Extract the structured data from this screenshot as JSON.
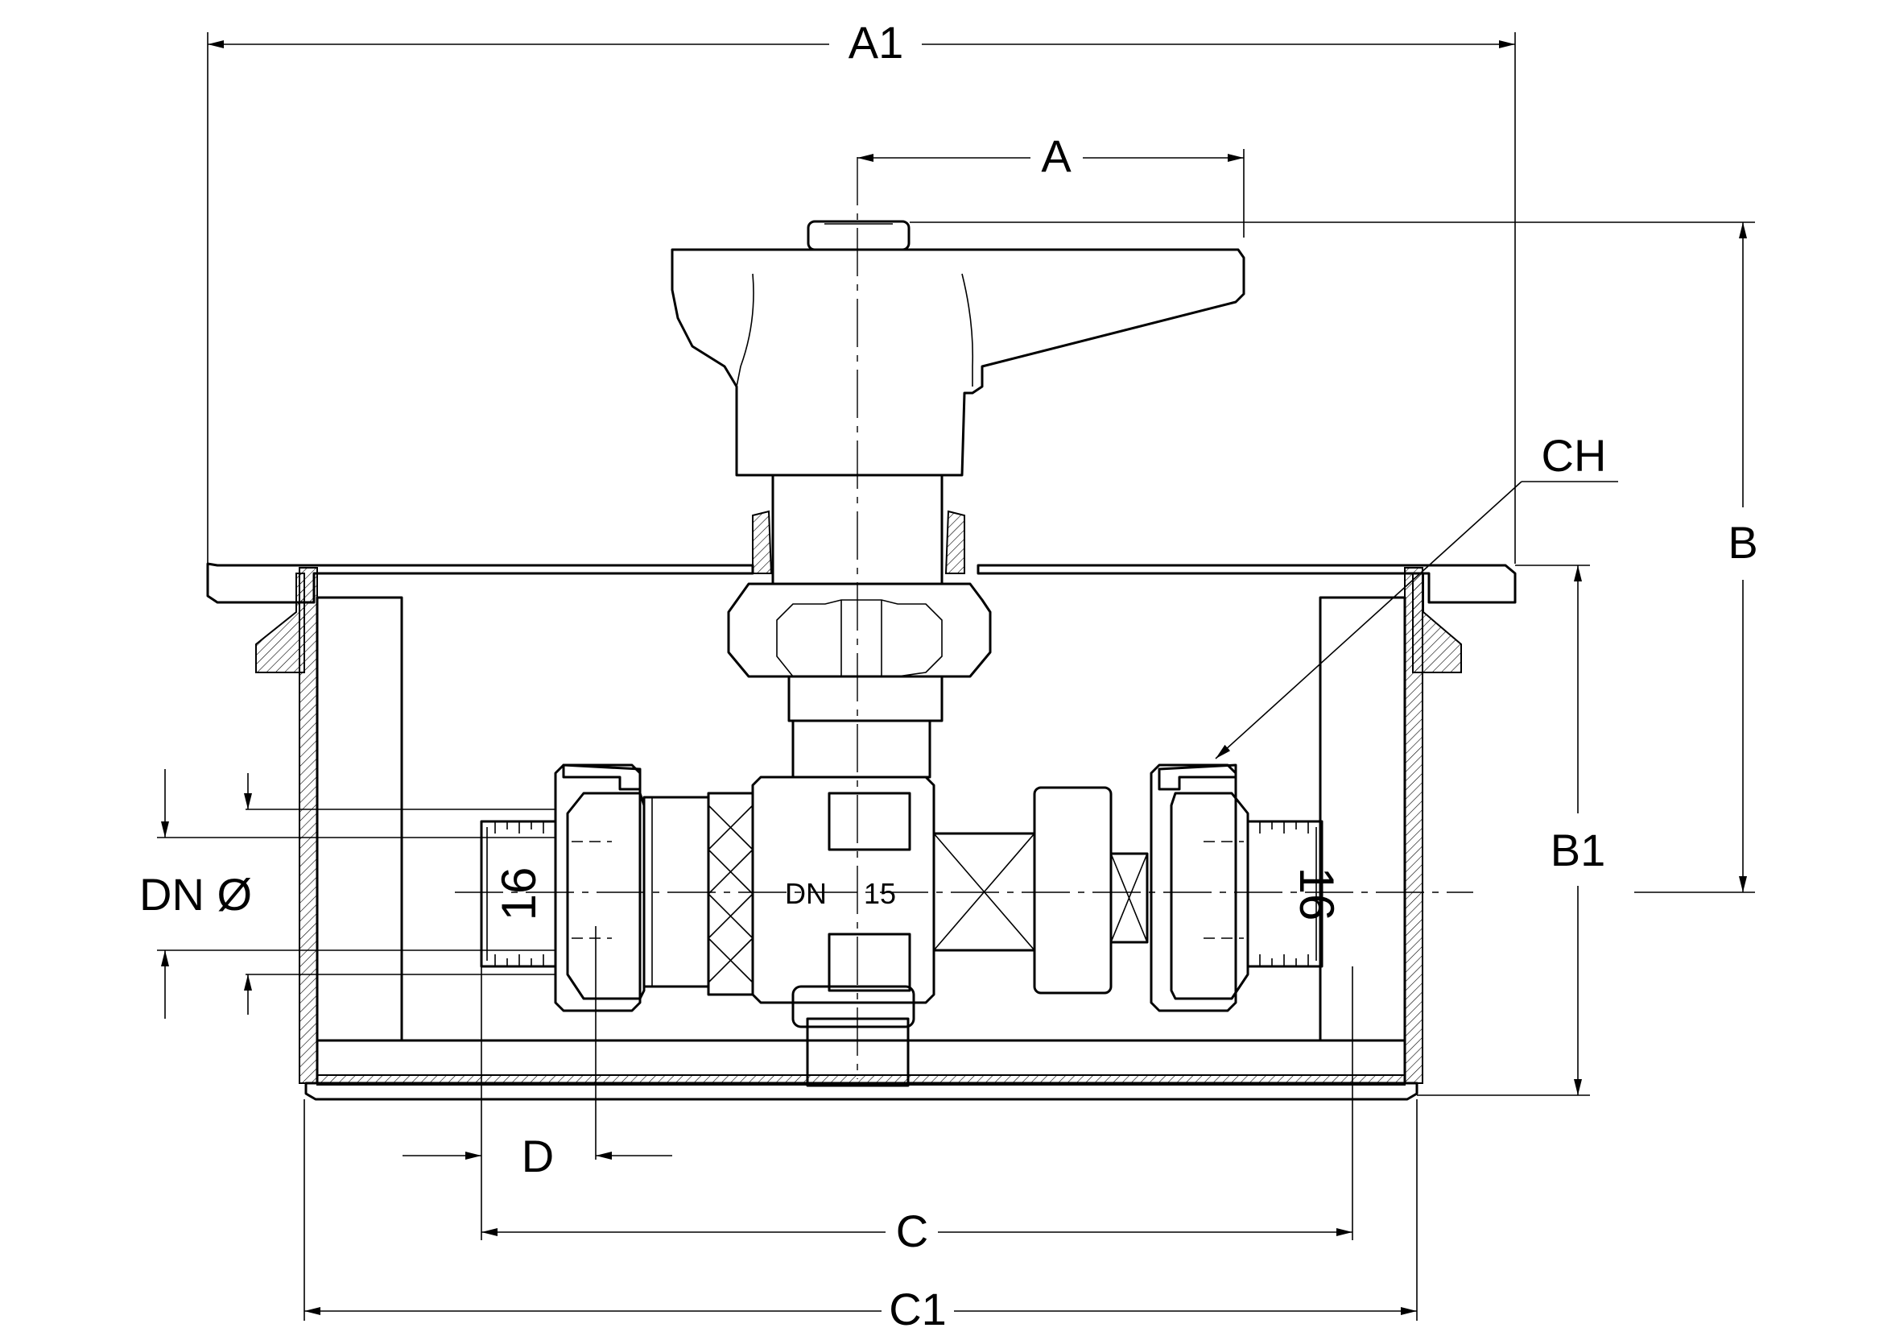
{
  "labels": {
    "A1": "A1",
    "A": "A",
    "B": "B",
    "B1": "B1",
    "CH": "CH",
    "DN_diameter": "DN Ø",
    "D": "D",
    "C": "C",
    "C1": "C1"
  },
  "body_marking": {
    "dn": "DN",
    "size": "15"
  },
  "pipe_size_left": "16",
  "pipe_size_right": "16"
}
